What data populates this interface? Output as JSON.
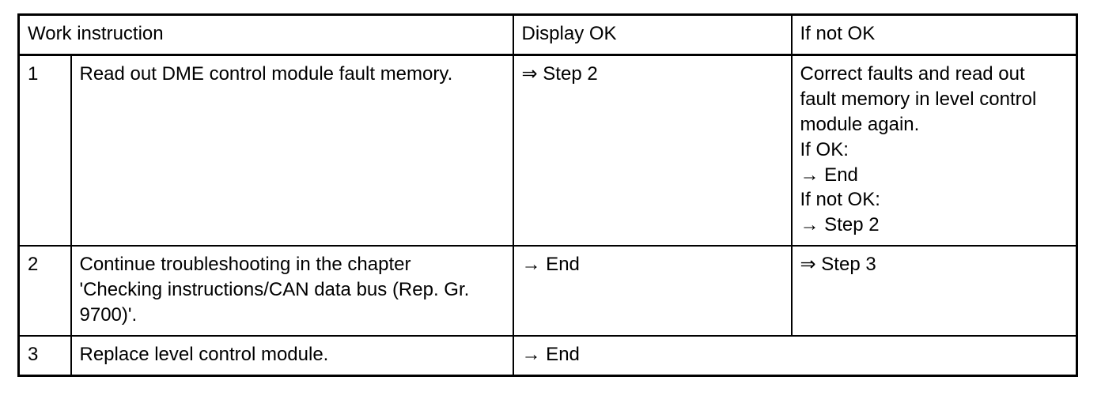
{
  "document": {
    "type": "procedure-table",
    "title": "Work instruction troubleshooting table"
  },
  "table": {
    "headers": {
      "work_instruction": "Work instruction",
      "display_ok": "Display OK",
      "if_not_ok": "If not OK"
    },
    "rows": [
      {
        "step": "1",
        "instruction": "Read out DME control module fault memory.",
        "display_ok": "⇒ Step 2",
        "if_not_ok": "Correct faults and read out\nfault memory in level control\nmodule again.\nIf OK:\n→ End\nIf not OK:\n→ Step 2",
        "merged_last_columns": false
      },
      {
        "step": "2",
        "instruction": "Continue troubleshooting in the chapter\n'Checking instructions/CAN data bus (Rep. Gr.\n9700)'.",
        "display_ok": "→ End",
        "if_not_ok": "⇒ Step 3",
        "merged_last_columns": false
      },
      {
        "step": "3",
        "instruction": "Replace level control module.",
        "display_ok": "→ End",
        "if_not_ok": "",
        "merged_last_columns": true
      }
    ]
  },
  "symbols": {
    "double_arrow": "⇒",
    "single_arrow": "→"
  },
  "colors": {
    "border": "#000000",
    "text": "#000000",
    "background": "#ffffff"
  }
}
